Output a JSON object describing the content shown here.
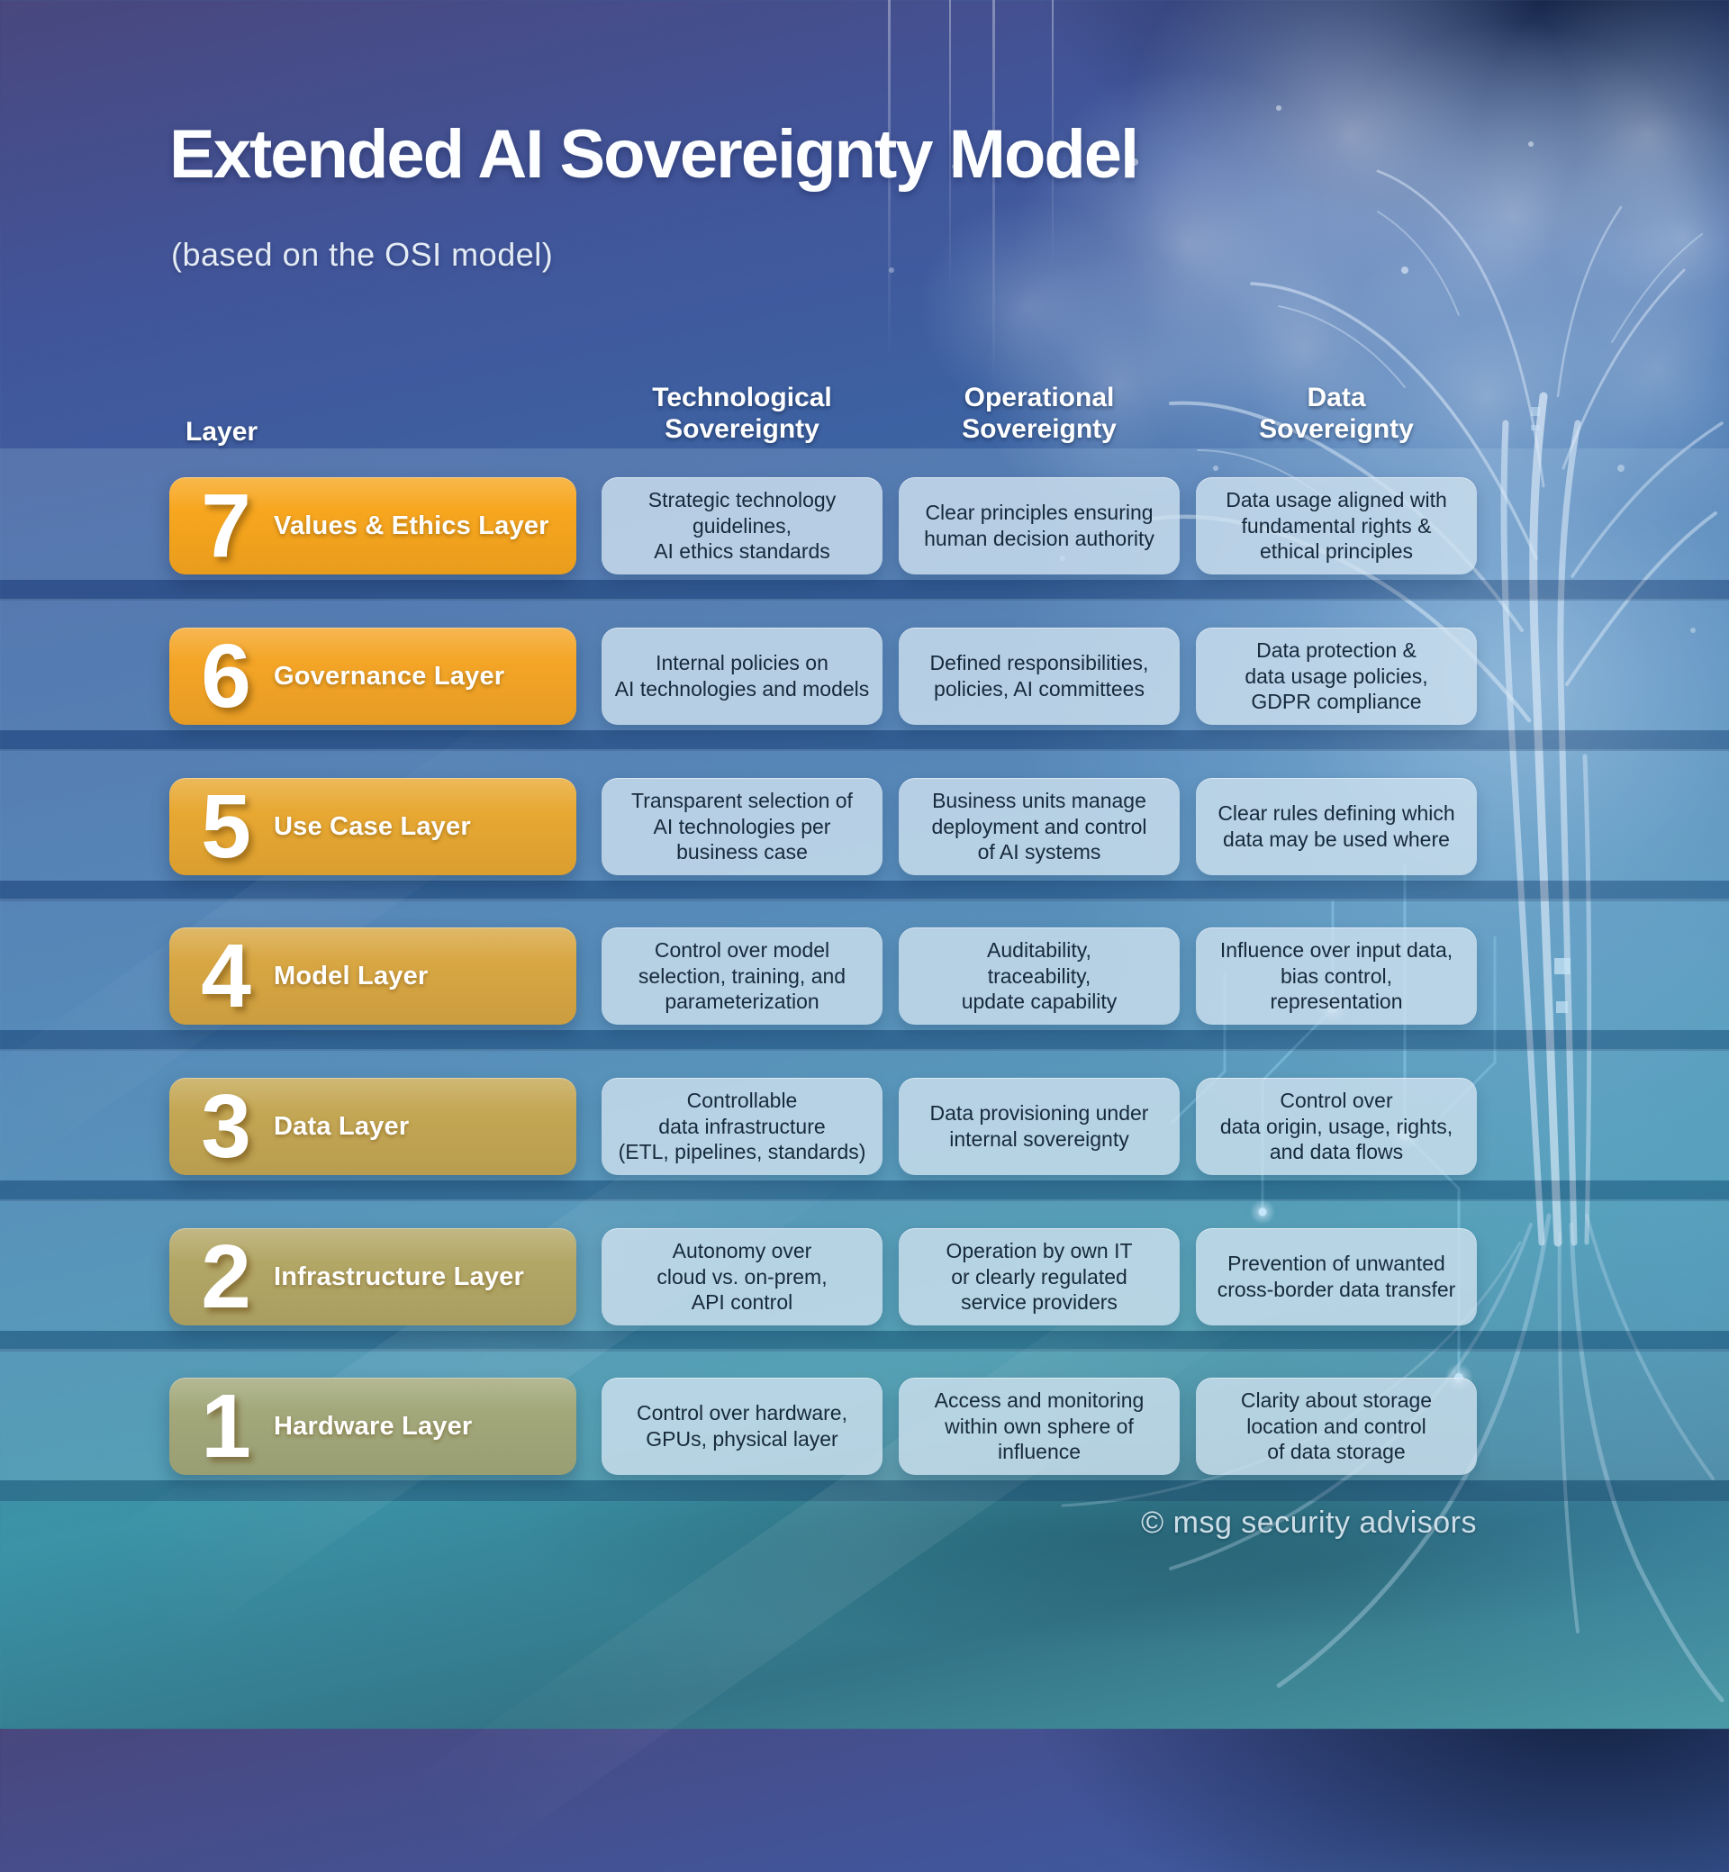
{
  "title": "Extended AI Sovereignty Model",
  "subtitle": "(based on the OSI model)",
  "columns": {
    "layer": "Layer",
    "tech": "Technological\nSovereignty",
    "ops": "Operational\nSovereignty",
    "data": "Data\nSovereignty"
  },
  "rows": [
    {
      "number": "7",
      "name": "Values & Ethics Layer",
      "badge_color": "#F7A61E",
      "tech": "Strategic technology\nguidelines,\nAI ethics standards",
      "ops": "Clear principles ensuring\nhuman decision authority",
      "data": "Data usage aligned with\nfundamental rights &\nethical principles"
    },
    {
      "number": "6",
      "name": "Governance Layer",
      "badge_color": "#F4A526",
      "tech": "Internal policies on\nAI technologies and models",
      "ops": "Defined responsibilities,\npolicies, AI committees",
      "data": "Data protection &\ndata usage policies,\nGDPR compliance"
    },
    {
      "number": "5",
      "name": "Use Case Layer",
      "badge_color": "#E8A832",
      "tech": "Transparent selection of\nAI technologies per\nbusiness case",
      "ops": "Business units manage\ndeployment and control\nof AI systems",
      "data": "Clear rules defining which\ndata may be used where"
    },
    {
      "number": "4",
      "name": "Model Layer",
      "badge_color": "#D8A743",
      "tech": "Control over model\nselection, training, and\nparameterization",
      "ops": "Auditability,\ntraceability,\nupdate capability",
      "data": "Influence over input data,\nbias control,\nrepresentation"
    },
    {
      "number": "3",
      "name": "Data Layer",
      "badge_color": "#C4A754",
      "tech": "Controllable\ndata infrastructure\n(ETL, pipelines, standards)",
      "ops": "Data provisioning under\ninternal sovereignty",
      "data": "Control over\ndata origin, usage, rights,\nand data flows"
    },
    {
      "number": "2",
      "name": "Infrastructure Layer",
      "badge_color": "#B3A766",
      "tech": "Autonomy over\ncloud vs. on-prem,\nAPI control",
      "ops": "Operation by own IT\nor clearly regulated\nservice providers",
      "data": "Prevention of unwanted\ncross-border data transfer"
    },
    {
      "number": "1",
      "name": "Hardware Layer",
      "badge_color": "#A2A87A",
      "tech": "Control over hardware,\nGPUs, physical layer",
      "ops": "Access and monitoring\nwithin own sphere of\ninfluence",
      "data": "Clarity about storage\nlocation and control\nof data storage"
    }
  ],
  "footer": {
    "credit": "© msg security advisors"
  },
  "theme": {
    "accent_yellow": "#F7A61E",
    "panel_bg": "#CEE1EF",
    "panel_text": "#172A3C",
    "bg_top_left": "#49477E",
    "bg_bottom": "#4B9AA6"
  }
}
